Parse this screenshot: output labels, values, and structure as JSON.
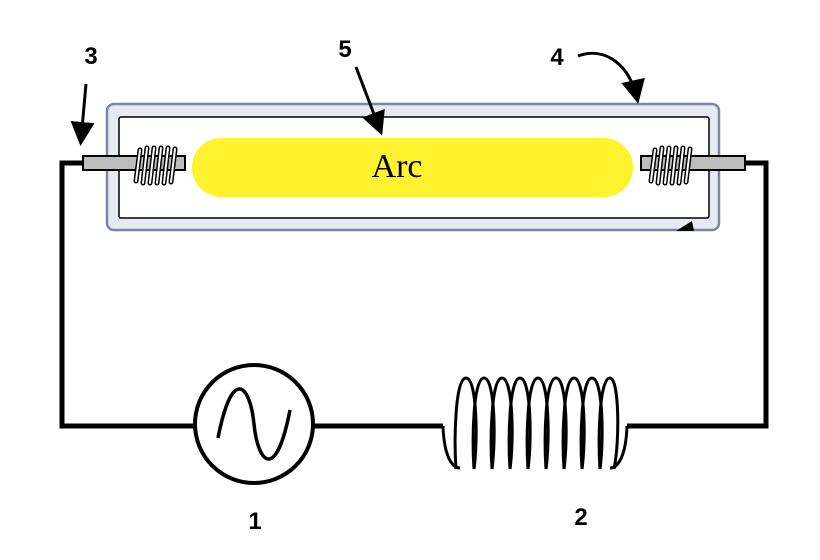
{
  "diagram": {
    "arc_label": "Arc",
    "callouts": {
      "source": "1",
      "inductor": "2",
      "electrode": "3",
      "tube": "4",
      "arc": "5"
    }
  },
  "colors": {
    "arc_fill": "#FFF22E",
    "tube_stroke": "#7E84A8",
    "tube_fill": "#E8EAF2",
    "wire": "#000000",
    "pin_fill": "#BDBDBD"
  },
  "icons": {
    "source": "ac-sine-source-icon",
    "inductor": "coil-inductor-icon",
    "filament": "filament-coil-icon"
  }
}
